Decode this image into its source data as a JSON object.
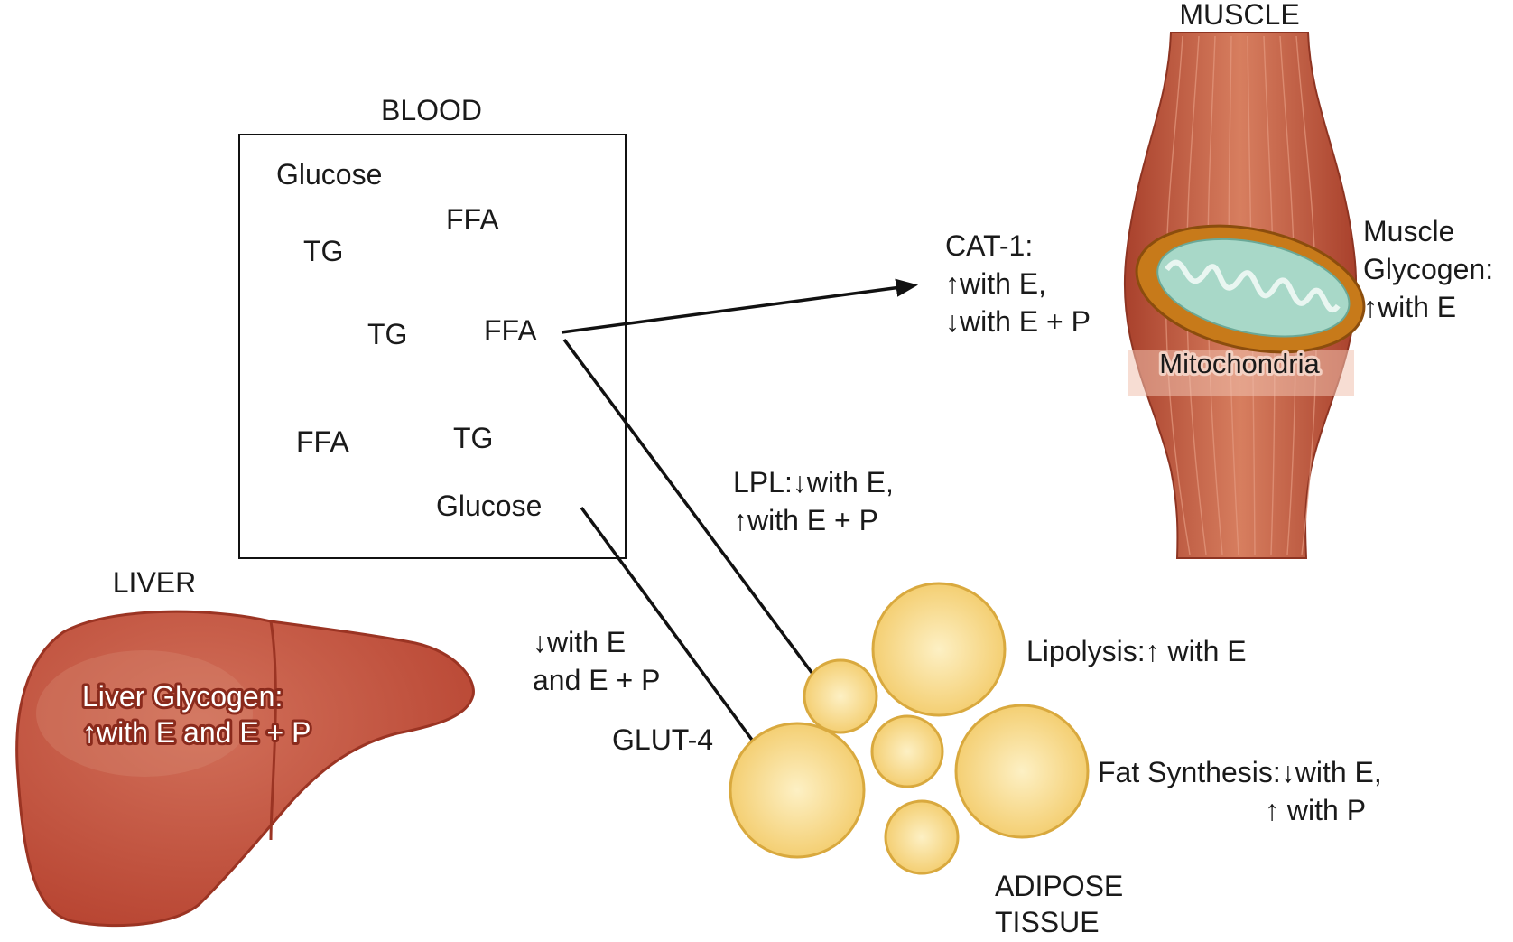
{
  "blood": {
    "title": "BLOOD",
    "items": [
      "Glucose",
      "FFA",
      "TG",
      "TG",
      "FFA",
      "FFA",
      "TG",
      "Glucose"
    ]
  },
  "muscle": {
    "title": "MUSCLE",
    "organelle": "Mitochondria",
    "glycogen": [
      "Muscle",
      "Glycogen:",
      "↑with E"
    ]
  },
  "cat1": [
    "CAT-1:",
    "↑with E,",
    "↓with E + P"
  ],
  "lpl": [
    "LPL:↓with E,",
    "↑with E + P"
  ],
  "glut4": {
    "effect": [
      "↓with E",
      "and E + P"
    ],
    "name": "GLUT-4"
  },
  "liver": {
    "title": "LIVER",
    "glycogen": [
      "Liver Glycogen:",
      "↑with E and E + P"
    ]
  },
  "adipose": {
    "title": [
      "ADIPOSE",
      "TISSUE"
    ],
    "lipolysis": "Lipolysis:↑ with E",
    "fat_synthesis": [
      "Fat Synthesis:↓with E,",
      "↑ with P"
    ]
  },
  "colors": {
    "liver": "#bf4a36",
    "muscle": "#c9664a",
    "fat_cell": "#f7d98a",
    "mitochondria_outer": "#c77a1a",
    "mitochondria_inner": "#a8d8c8"
  }
}
